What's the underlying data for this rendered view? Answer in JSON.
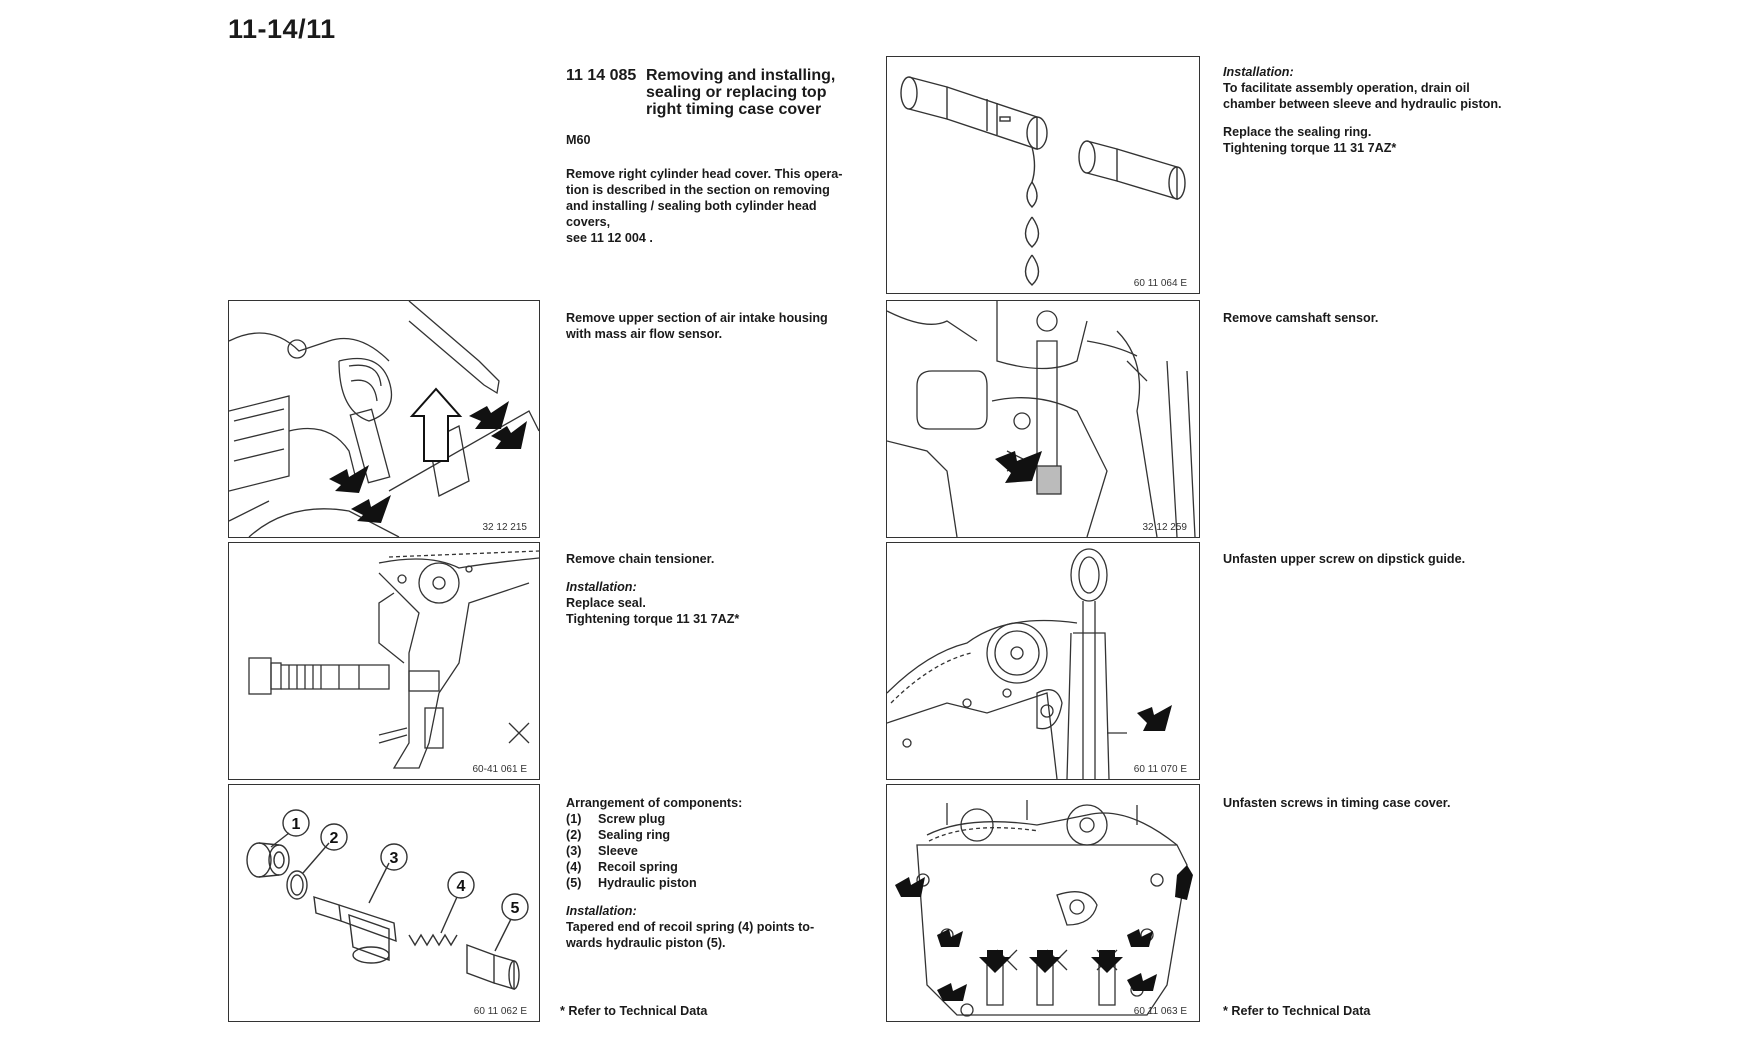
{
  "page_number": "11-14/11",
  "title": {
    "number": "11 14 085",
    "line1": "Removing and installing,",
    "line2": "sealing or replacing top",
    "line3": "right timing case cover"
  },
  "model": "M60",
  "intro": {
    "l1": "Remove right cylinder head cover. This opera-",
    "l2": "tion is described in the section on removing",
    "l3": "and installing / sealing both cylinder head",
    "l4": "covers,",
    "l5": "see 11 12 004 ."
  },
  "steps": {
    "air_intake": {
      "l1": "Remove upper section of air intake housing",
      "l2": "with mass air flow sensor."
    },
    "chain_tensioner": {
      "text": "Remove chain tensioner.",
      "install_label": "Installation:",
      "install_l1": "Replace seal.",
      "install_l2": "Tightening torque 11 31 7AZ*"
    },
    "arrangement": {
      "heading": "Arrangement of components:",
      "items": [
        {
          "n": "(1)",
          "label": "Screw plug"
        },
        {
          "n": "(2)",
          "label": "Sealing ring"
        },
        {
          "n": "(3)",
          "label": "Sleeve"
        },
        {
          "n": "(4)",
          "label": "Recoil spring"
        },
        {
          "n": "(5)",
          "label": "Hydraulic piston"
        }
      ],
      "install_label": "Installation:",
      "install_l1": "Tapered end of recoil spring (4) points to-",
      "install_l2": "wards hydraulic piston (5)."
    },
    "oil_drain": {
      "install_label": "Installation:",
      "l1": "To facilitate assembly operation, drain oil",
      "l2": "chamber between sleeve and hydraulic piston.",
      "l3": "Replace the sealing ring.",
      "l4": "Tightening torque 11 31 7AZ*"
    },
    "camshaft_sensor": {
      "text": "Remove camshaft sensor."
    },
    "dipstick": {
      "text": "Unfasten upper screw on dipstick guide."
    },
    "timing_cover": {
      "text": "Unfasten screws in timing case cover."
    }
  },
  "footnote_left": "* Refer to Technical Data",
  "footnote_right": "* Refer to Technical Data",
  "figures": {
    "f1": "32 12 215",
    "f2": "60-41 061 E",
    "f3": "60 11 062 E",
    "f4": "60 11 064 E",
    "f5": "32 12 259",
    "f6": "60 11 070 E",
    "f7": "60 11 063 E"
  },
  "callouts": [
    "1",
    "2",
    "3",
    "4",
    "5"
  ]
}
